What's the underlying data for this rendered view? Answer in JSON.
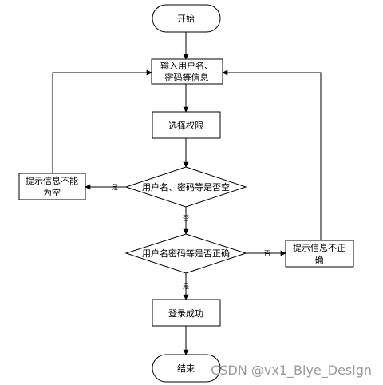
{
  "nodes": {
    "start": {
      "label": "开始"
    },
    "input": {
      "line1": "输入用户名、",
      "line2": "密码等信息"
    },
    "select_role": {
      "label": "选择权限"
    },
    "check_empty": {
      "label": "用户名、密码等是否空"
    },
    "empty_tip": {
      "line1": "提示信息不能",
      "line2": "为空"
    },
    "check_correct": {
      "label": "用户名密码等是否正确"
    },
    "wrong_tip": {
      "line1": "提示信息不正",
      "line2": "确"
    },
    "success": {
      "label": "登录成功"
    },
    "end": {
      "label": "结束"
    }
  },
  "edge_labels": {
    "empty_yes": "是",
    "empty_no": "否",
    "correct_no": "否",
    "correct_yes": "是"
  },
  "watermark": "CSDN @vx1_Biye_Design"
}
